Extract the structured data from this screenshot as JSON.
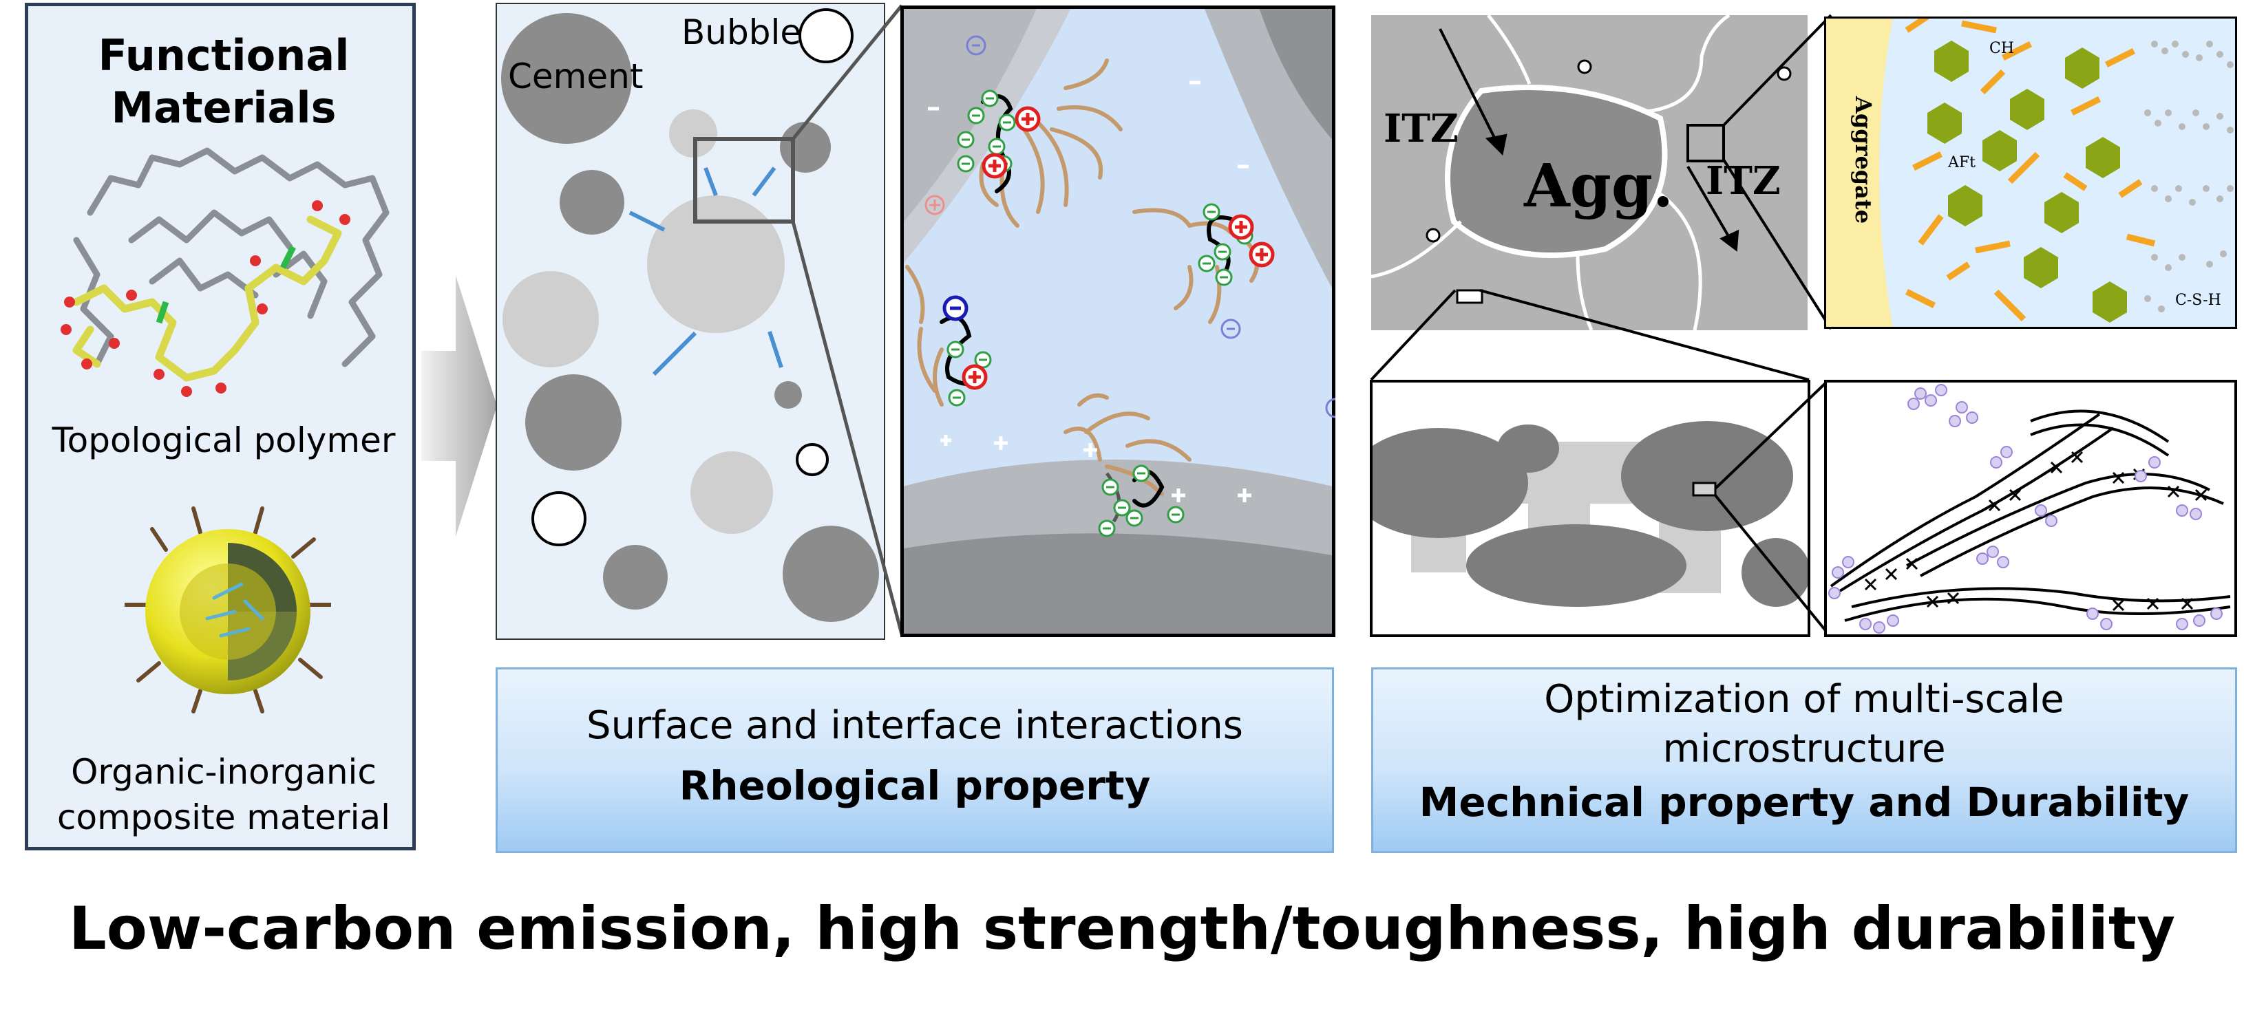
{
  "left_panel": {
    "title": "Functional\nMaterials",
    "caption_topological": "Topological polymer",
    "caption_composite": "Organic-inorganic composite material"
  },
  "middle": {
    "label_cement": "Cement",
    "label_bubble": "Bubble",
    "box_line1": "Surface and interface interactions",
    "box_line2": "Rheological property"
  },
  "right": {
    "label_itz_left": "ITZ",
    "label_agg": "Agg.",
    "label_itz_right": "ITZ",
    "label_aggregate": "Aggregate",
    "label_ch": "CH",
    "label_aft": "AFt",
    "label_csh": "C-S-H",
    "box_line1": "Optimization of multi-scale microstructure",
    "box_line2": "Mechnical property and Durability"
  },
  "footer": {
    "title": "Low-carbon emission, high strength/toughness, high durability"
  },
  "colors": {
    "panel_bg": "#e8f1fa",
    "panel_border": "#2c3e56",
    "box_gradient_end": "#9fcaf3",
    "arrow_blue": "#4a90d0",
    "chain_tan": "#c49a6c",
    "charge_green": "#2ea043",
    "charge_red": "#e02020",
    "ch_green": "#8aa617",
    "aft_orange": "#f4a623",
    "aggregate_yellow": "#fbeea4"
  }
}
